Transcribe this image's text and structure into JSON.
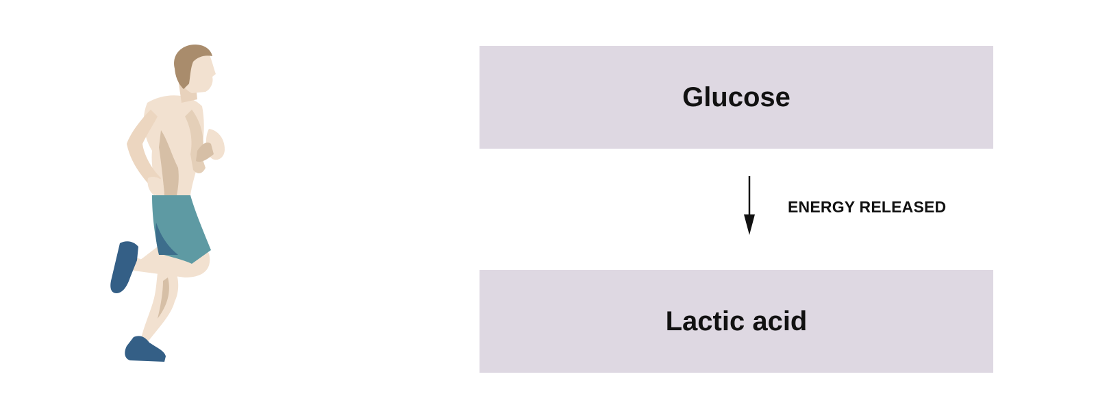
{
  "diagram": {
    "top_box": {
      "label": "Glucose",
      "color": "#ded8e2"
    },
    "bottom_box": {
      "label": "Lactic acid",
      "color": "#ded8e2"
    },
    "arrow": {
      "label": "ENERGY RELEASED",
      "direction": "down"
    },
    "illustration": {
      "icon": "running-man-icon",
      "colors": {
        "skin": "#f2e1d0",
        "skin_shadow": "#d6bfa6",
        "hair": "#a98c6c",
        "shorts": "#5e9aa3",
        "shorts_shadow": "#3d6e8c",
        "shoes": "#345f86"
      }
    }
  }
}
